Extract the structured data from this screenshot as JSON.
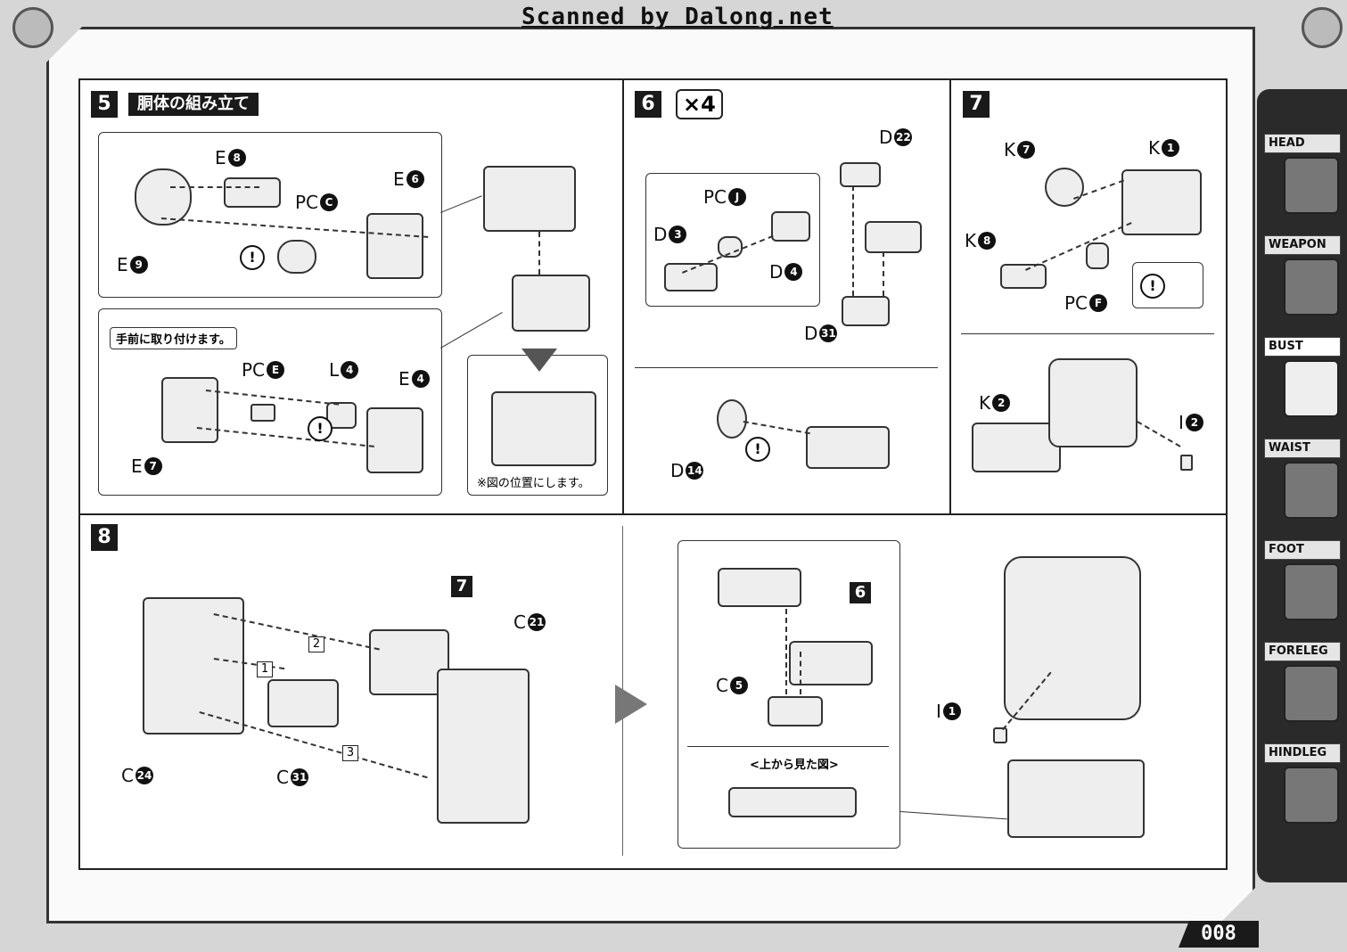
{
  "header": {
    "scan_credit": "Scanned by Dalong.net"
  },
  "steps": {
    "s5": {
      "number": "5",
      "title": "胴体の組み立て",
      "note": "手前に取り付けます。",
      "caption": "※図の位置にします。",
      "parts": {
        "e8": {
          "l": "E",
          "n": "8"
        },
        "e6": {
          "l": "E",
          "n": "6"
        },
        "pcc": {
          "l": "PC",
          "n": "C"
        },
        "e9": {
          "l": "E",
          "n": "9"
        },
        "pce": {
          "l": "PC",
          "n": "E"
        },
        "l4": {
          "l": "L",
          "n": "4"
        },
        "e4": {
          "l": "E",
          "n": "4"
        },
        "e7": {
          "l": "E",
          "n": "7"
        }
      }
    },
    "s6": {
      "number": "6",
      "multiplier": "×4",
      "parts": {
        "d22": {
          "l": "D",
          "n": "22"
        },
        "pcj": {
          "l": "PC",
          "n": "J"
        },
        "d3": {
          "l": "D",
          "n": "3"
        },
        "d4": {
          "l": "D",
          "n": "4"
        },
        "d31": {
          "l": "D",
          "n": "31"
        },
        "d14": {
          "l": "D",
          "n": "14"
        }
      }
    },
    "s7": {
      "number": "7",
      "parts": {
        "k7": {
          "l": "K",
          "n": "7"
        },
        "k1": {
          "l": "K",
          "n": "1"
        },
        "k8": {
          "l": "K",
          "n": "8"
        },
        "pcf": {
          "l": "PC",
          "n": "F"
        },
        "k2": {
          "l": "K",
          "n": "2"
        },
        "i2": {
          "l": "I",
          "n": "2"
        }
      }
    },
    "s8": {
      "number": "8",
      "ref7": "7",
      "ref6": "6",
      "order": [
        "1",
        "2",
        "3"
      ],
      "top_view": "<上から見た図>",
      "parts": {
        "c21": {
          "l": "C",
          "n": "21"
        },
        "c24": {
          "l": "C",
          "n": "24"
        },
        "c31": {
          "l": "C",
          "n": "31"
        },
        "c5": {
          "l": "C",
          "n": "5"
        },
        "i1": {
          "l": "I",
          "n": "1"
        }
      }
    }
  },
  "warning_symbol": "!",
  "sidebar": {
    "tabs": [
      {
        "label": "HEAD",
        "active": false
      },
      {
        "label": "WEAPON",
        "active": false
      },
      {
        "label": "BUST",
        "active": true
      },
      {
        "label": "WAIST",
        "active": false
      },
      {
        "label": "FOOT",
        "active": false
      },
      {
        "label": "FORELEG",
        "active": false
      },
      {
        "label": "HINDLEG",
        "active": false
      }
    ]
  },
  "page_number": "008"
}
